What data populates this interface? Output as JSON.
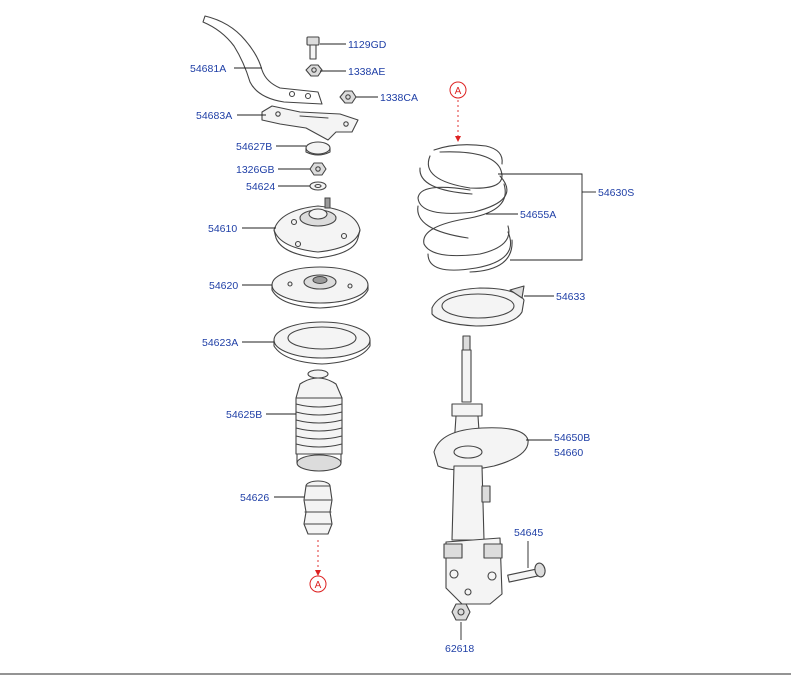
{
  "labels": {
    "p1129GD": "1129GD",
    "p54681A": "54681A",
    "p1338AE": "1338AE",
    "p1338CA": "1338CA",
    "p54683A": "54683A",
    "p54627B": "54627B",
    "p1326GB": "1326GB",
    "p54624": "54624",
    "p54610": "54610",
    "p54620": "54620",
    "p54623A": "54623A",
    "p54625B": "54625B",
    "p54626": "54626",
    "p54630S": "54630S",
    "p54655A": "54655A",
    "p54633": "54633",
    "p54650B": "54650B",
    "p54660": "54660",
    "p54645": "54645",
    "p62618": "62618"
  },
  "refs": {
    "top": "A",
    "bottom": "A"
  },
  "colors": {
    "label": "#1f3fa6",
    "ref": "#dd2222",
    "line": "#444444"
  }
}
